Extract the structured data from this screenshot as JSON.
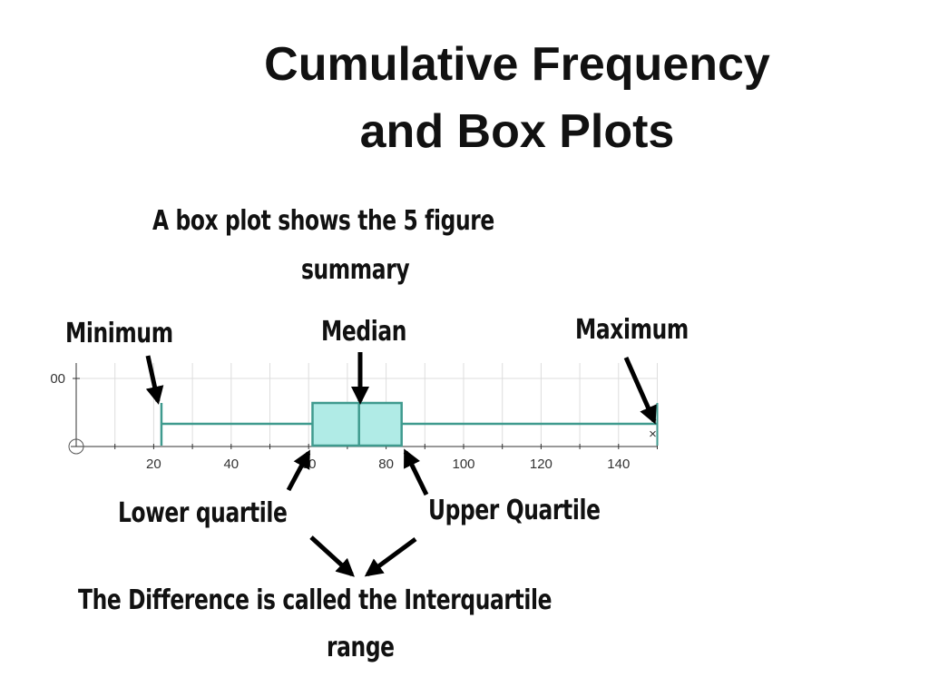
{
  "title_line1": "Cumulative Frequency",
  "title_line2": "and Box Plots",
  "subtitle_line1": "A box plot shows the 5 figure",
  "subtitle_line2": "summary",
  "labels": {
    "minimum": "Minimum",
    "median": "Median",
    "maximum": "Maximum",
    "lower_quartile": "Lower quartile",
    "upper_quartile": "Upper Quartile"
  },
  "footer_line1": "The Difference is called the Interquartile",
  "footer_line2": "range",
  "colors": {
    "box_fill": "#b0ebe6",
    "box_stroke": "#3f9a8e"
  },
  "chart_data": {
    "type": "boxplot",
    "min": 22,
    "q1": 61,
    "median": 73,
    "q3": 84,
    "max": 150,
    "xlim": [
      0,
      150
    ],
    "x_ticks": [
      "20",
      "40",
      "60",
      "80",
      "100",
      "120",
      "140"
    ],
    "y_tick_label": "00",
    "outlier_marker": "×",
    "grid": true
  }
}
